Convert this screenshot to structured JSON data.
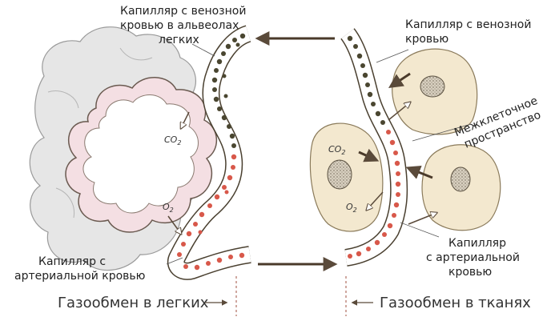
{
  "labels": {
    "lung_venous": [
      "Капилляр с венозной",
      "кровью в альвеолах",
      "легких"
    ],
    "lung_arterial": [
      "Капилляр с",
      "артериальной кровью"
    ],
    "tissue_venous": [
      "Капилляр с венозной",
      "кровью"
    ],
    "tissue_arterial": [
      "Капилляр",
      "с артериальной",
      "кровью"
    ],
    "intercellular": [
      "Межклеточное",
      "пространство"
    ],
    "gas_exchange_lungs": "Газообмен в легких",
    "gas_exchange_tissues": "Газообмен в тканях",
    "co2_lung": "CO",
    "co2_lung_sub": "2",
    "o2_lung": "O",
    "o2_lung_sub": "2",
    "co2_tissue": "CO",
    "co2_tissue_sub": "2",
    "o2_tissue": "O",
    "o2_tissue_sub": "2"
  },
  "colors": {
    "venous_cell": "#4a4630",
    "arterial_cell": "#d8584a",
    "capillary_fill": "#ffffff",
    "alveolar_wall": "#f4dfe3",
    "lung_tissue": "#e6e6e6",
    "body_cell": "#f3e8cf",
    "nucleus": "#c8bfae",
    "arrow": "#5a4a3a"
  }
}
